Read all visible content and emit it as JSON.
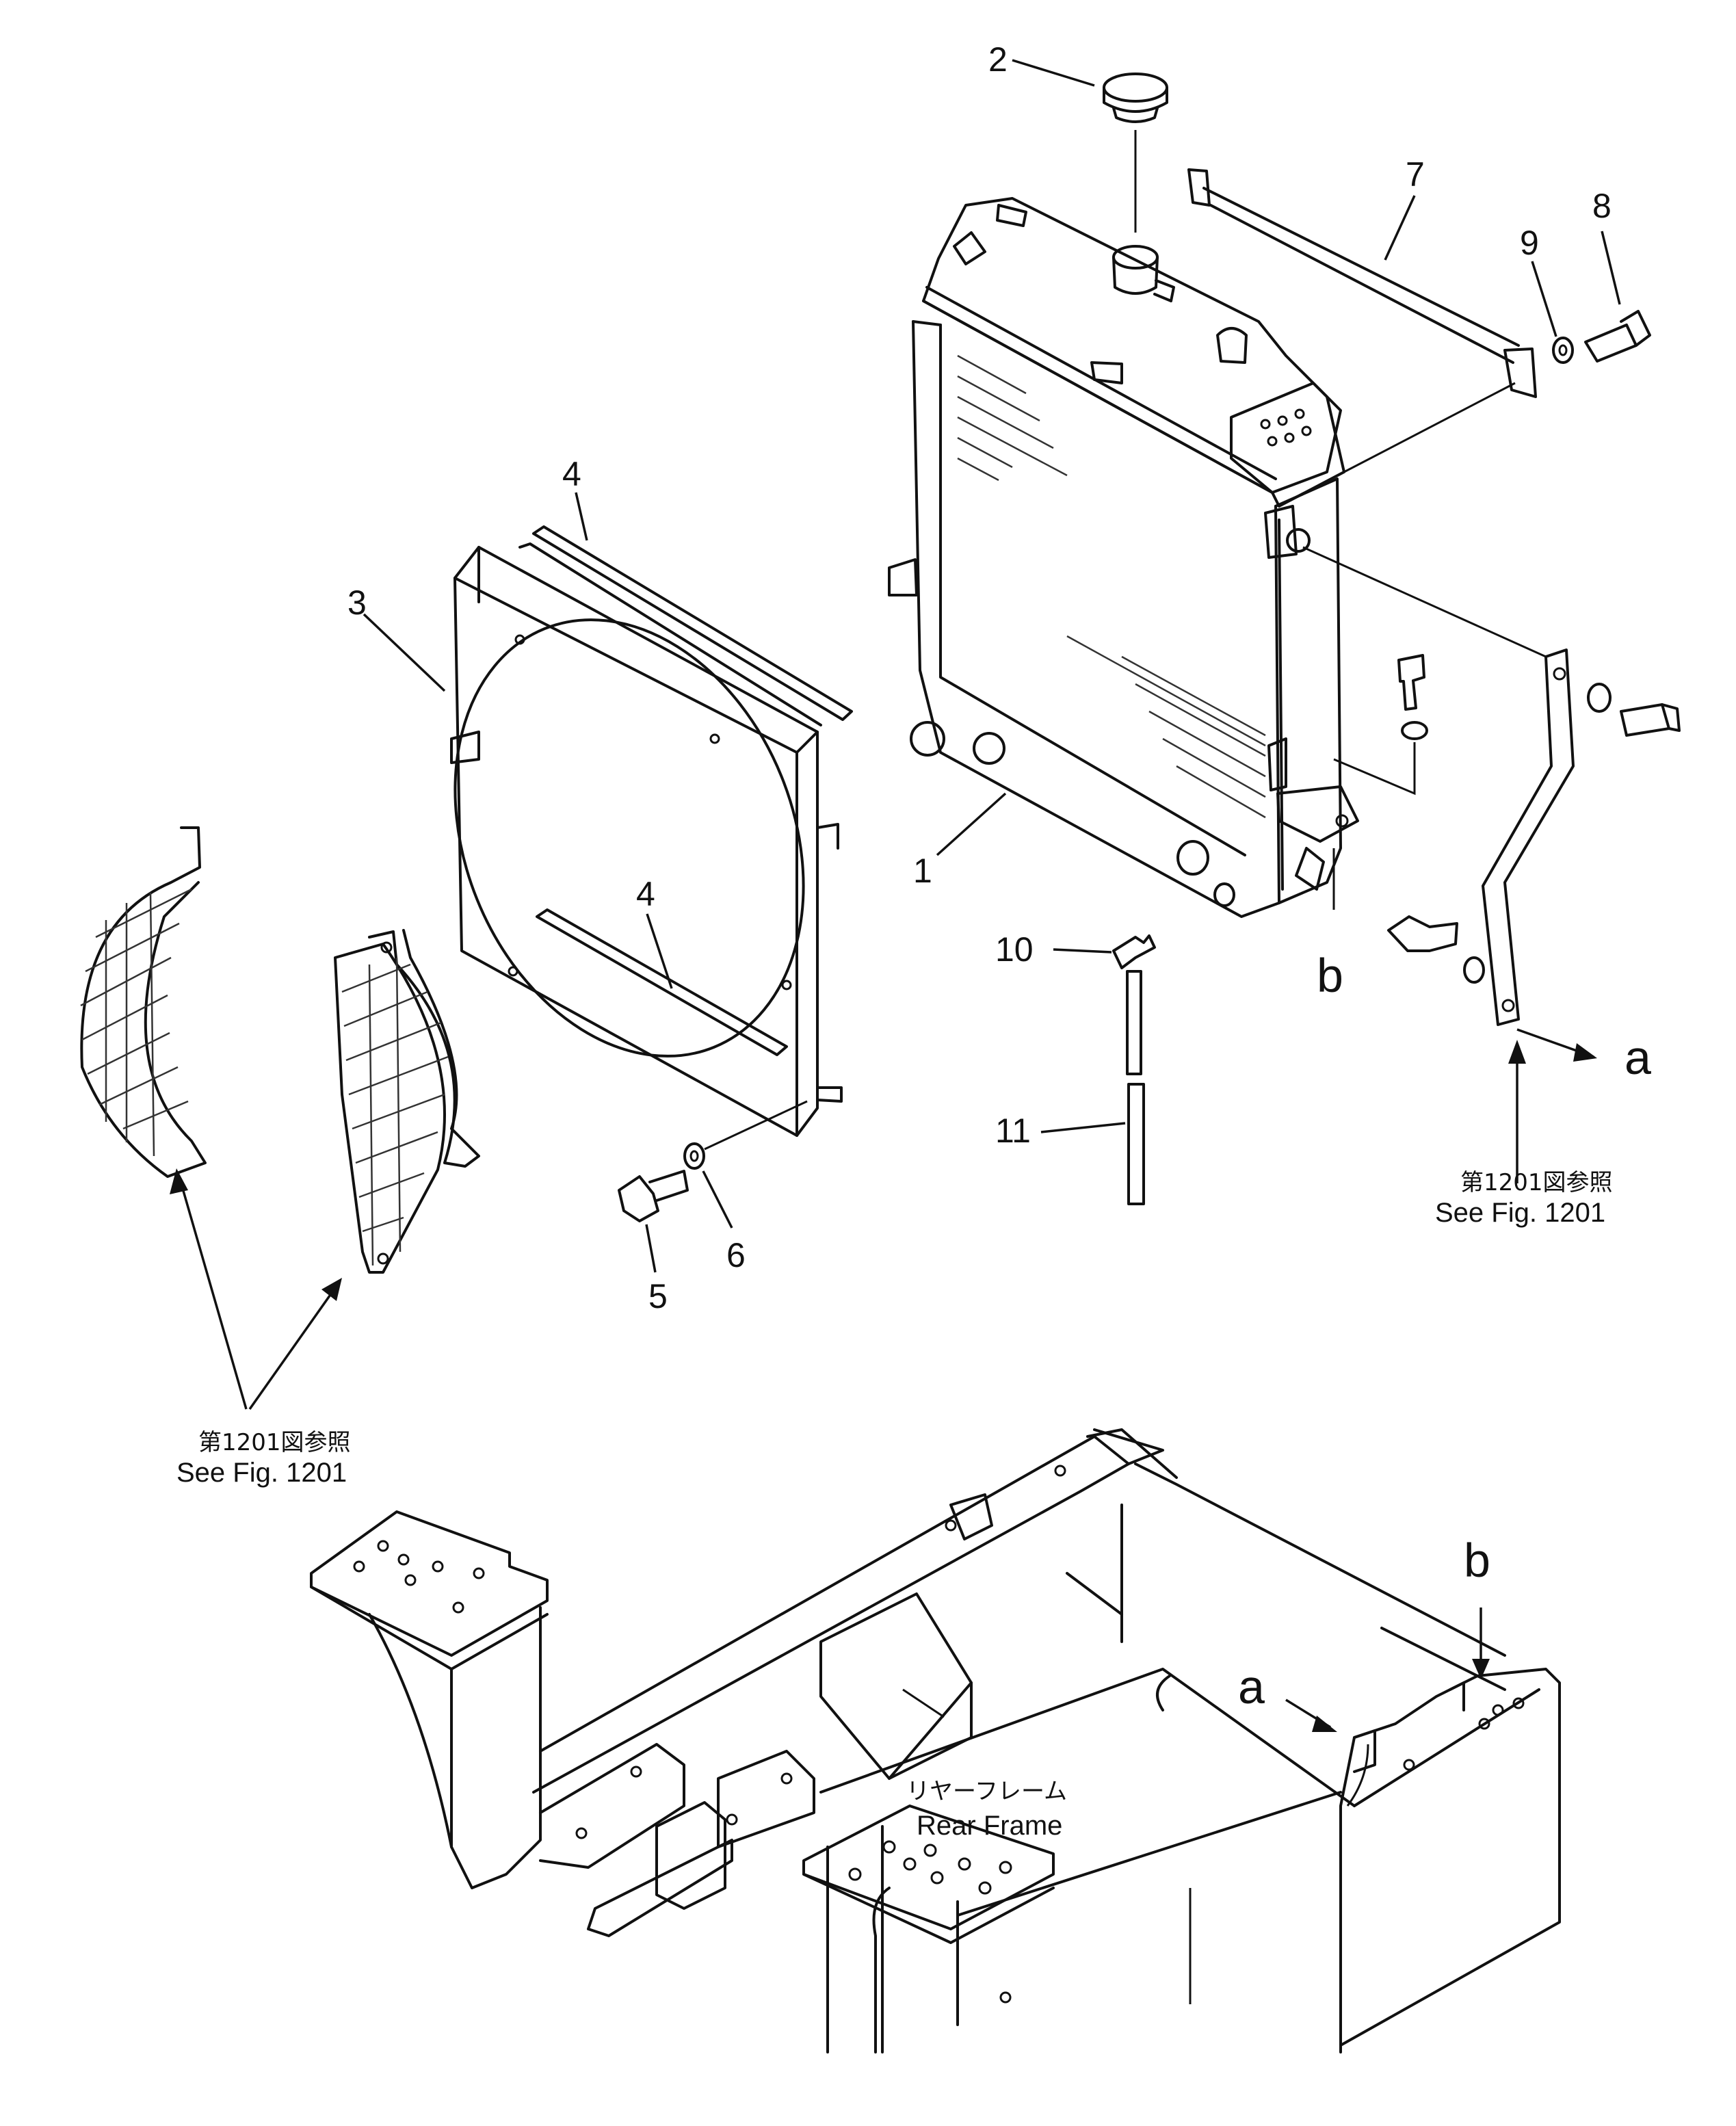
{
  "callouts": {
    "n1": "1",
    "n2": "2",
    "n3": "3",
    "n4a": "4",
    "n4b": "4",
    "n5": "5",
    "n6": "6",
    "n7": "7",
    "n8": "8",
    "n9": "9",
    "n10": "10",
    "n11": "11"
  },
  "letters": {
    "a_arrow": "a",
    "b_radiator": "b",
    "a_frame": "a",
    "b_frame": "b"
  },
  "references": {
    "ref_right": {
      "jp": "第1201図参照",
      "en": "See Fig. 1201"
    },
    "ref_left": {
      "jp": "第1201図参照",
      "en": "See Fig. 1201"
    }
  },
  "frame_label": {
    "jp": "リヤーフレーム",
    "en": "Rear Frame"
  }
}
